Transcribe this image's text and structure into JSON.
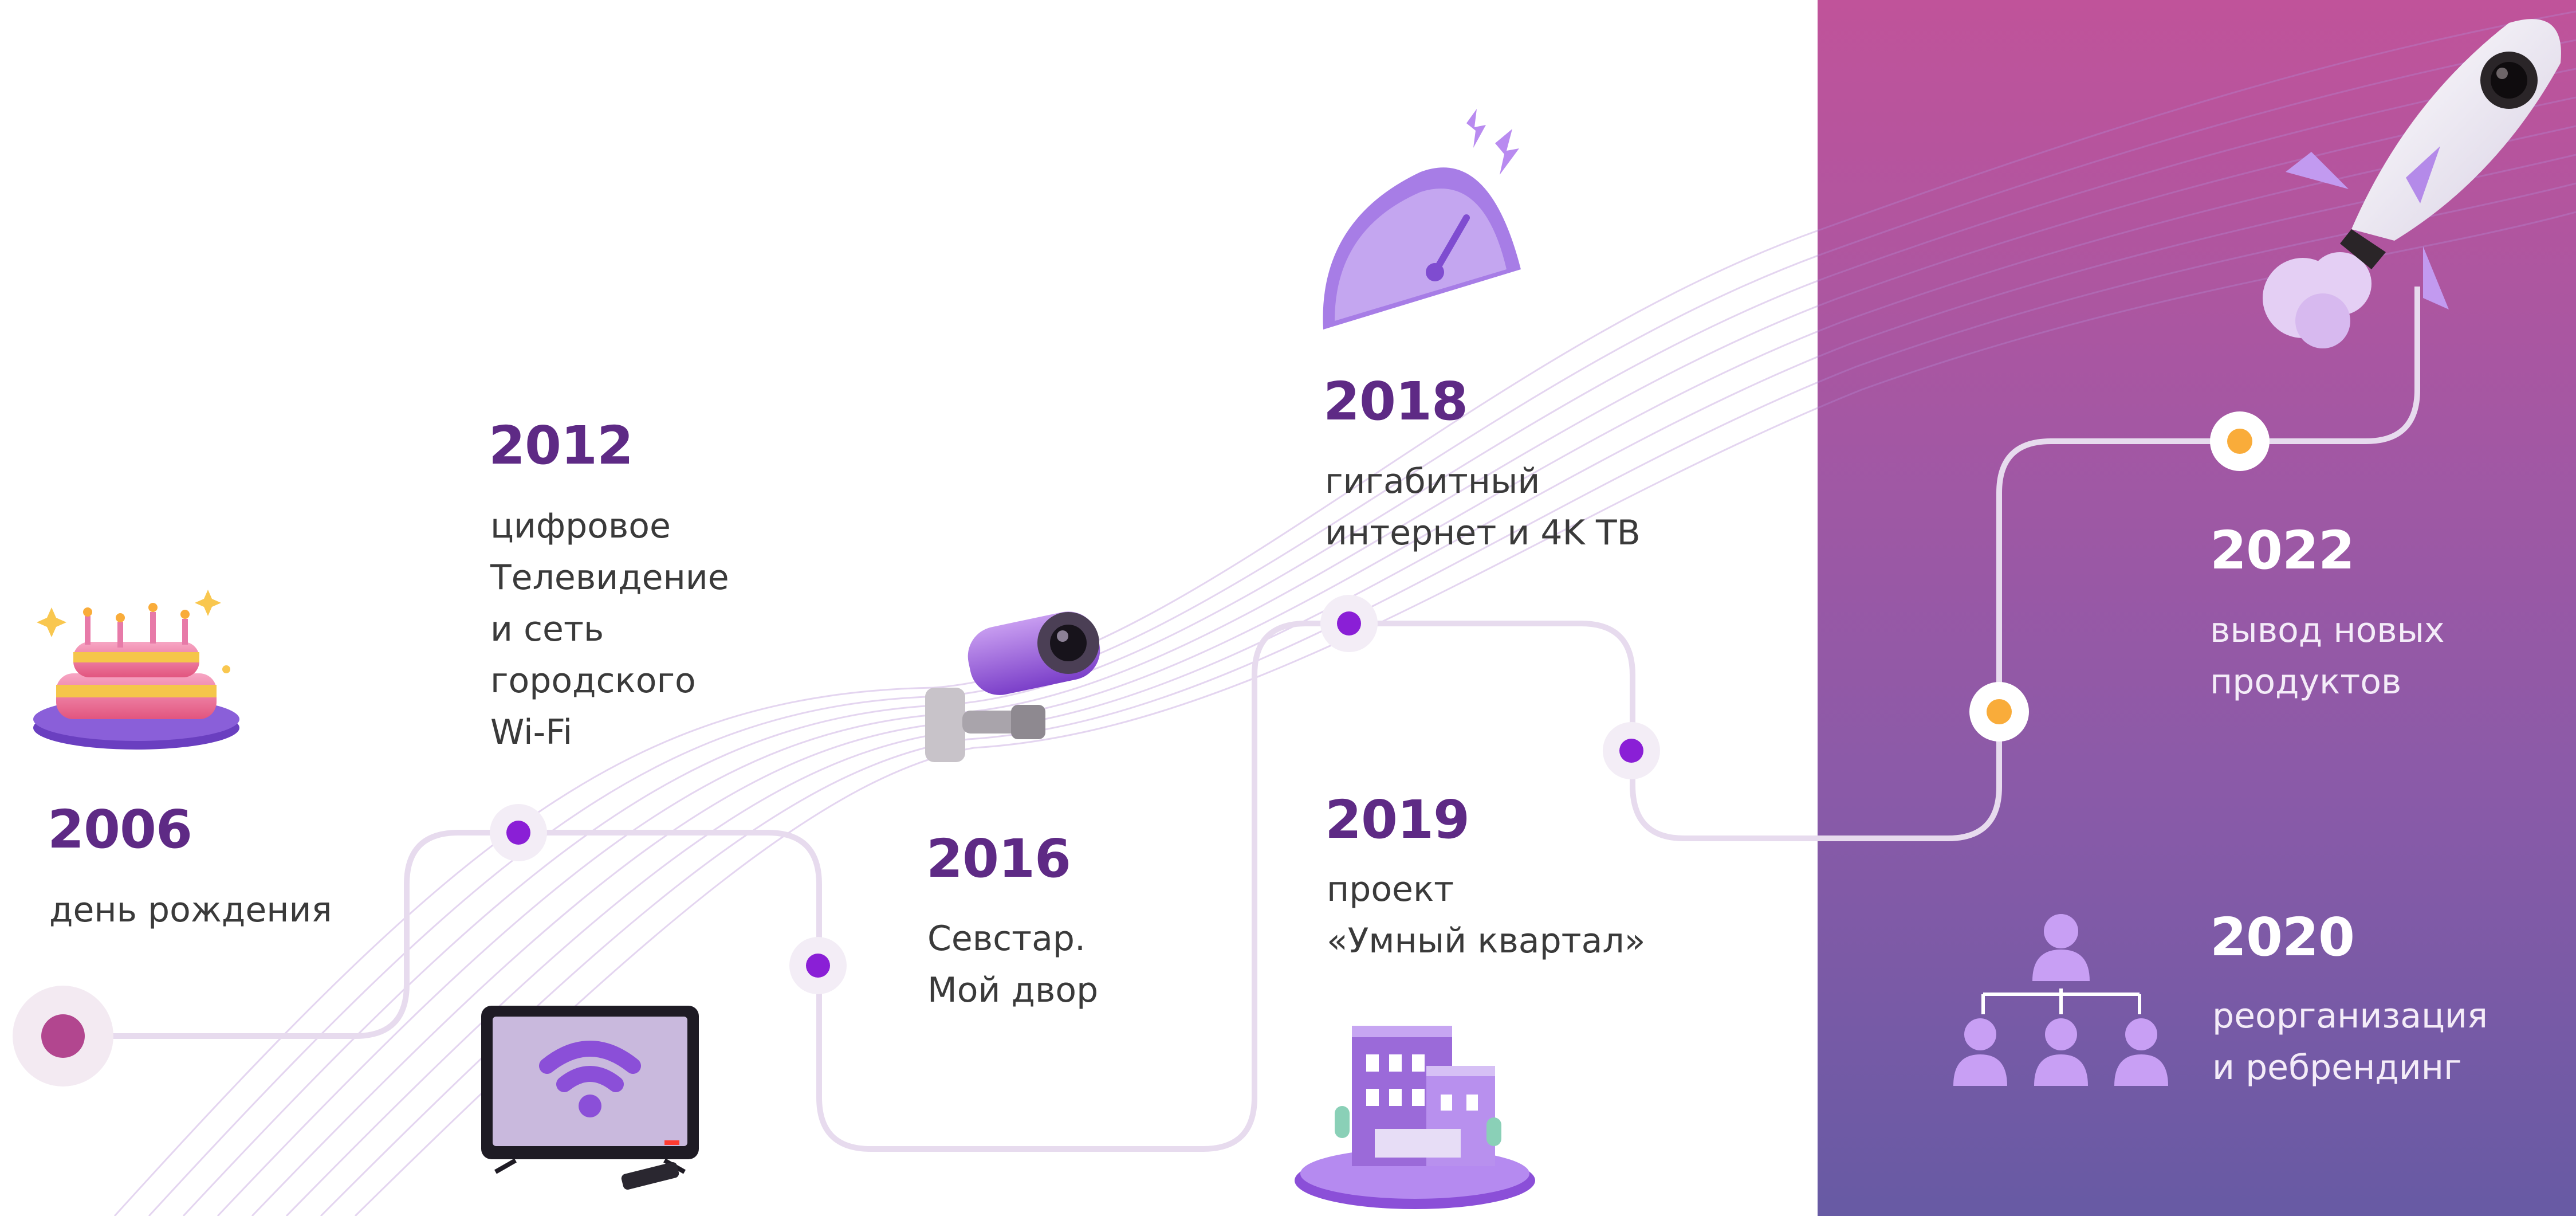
{
  "milestones": [
    {
      "year": "2006",
      "lines": [
        "день рождения"
      ],
      "icon": "birthday-cake-icon"
    },
    {
      "year": "2012",
      "lines": [
        "цифровое",
        "Телевидение",
        "и сеть",
        "городского",
        "Wi-Fi"
      ],
      "icon": "tv-wifi-icon"
    },
    {
      "year": "2016",
      "lines": [
        "Севстар.",
        "Мой двор"
      ],
      "icon": "security-camera-icon"
    },
    {
      "year": "2018",
      "lines": [
        "гигабитный",
        "интернет и 4K ТВ"
      ],
      "icon": "speedometer-icon"
    },
    {
      "year": "2019",
      "lines": [
        "проект",
        "«Умный квартал»"
      ],
      "icon": "smart-buildings-icon"
    },
    {
      "year": "2020",
      "lines": [
        "реорганизация",
        "и ребрендинг"
      ],
      "icon": "org-structure-icon"
    },
    {
      "year": "2022",
      "lines": [
        "вывод новых",
        "продуктов"
      ],
      "icon": "rocket-icon"
    }
  ],
  "colors": {
    "year_text": "#5e2a85",
    "body_text": "#3a3a3a",
    "timeline_dot": "#8a1fd6",
    "highlight_dot": "#f9ac3a",
    "panel_top": "#c0539a",
    "panel_bottom": "#675aa4"
  }
}
